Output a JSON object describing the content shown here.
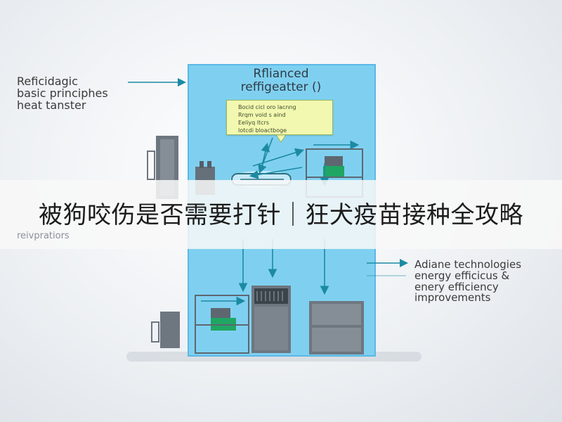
{
  "left_label": {
    "lines": [
      "Reficidagic",
      "basic principhes",
      "heat tanster"
    ]
  },
  "center_title": {
    "lines": [
      "Rflianced",
      "reffigeatter ()"
    ]
  },
  "note_box": {
    "lines": [
      "Bocid cicl oro lacnng",
      "Rrqm void s aind",
      "Eeliyq ltcrs",
      "lotcdi bloactboge"
    ]
  },
  "faint_text": "reivpratiors",
  "right_label": {
    "lines": [
      "Adiane technologies",
      "energy efficicus &",
      "enery efficiency",
      "improvements"
    ]
  },
  "banner": {
    "title": "被狗咬伤是否需要打针｜狂犬疫苗接种全攻略"
  },
  "colors": {
    "panel": "#7fd0f0",
    "panel_border": "#5ab8e6",
    "arrow": "#1c8aa3",
    "accent_green": "#1fa663",
    "machine_gray": "#6e7680"
  }
}
